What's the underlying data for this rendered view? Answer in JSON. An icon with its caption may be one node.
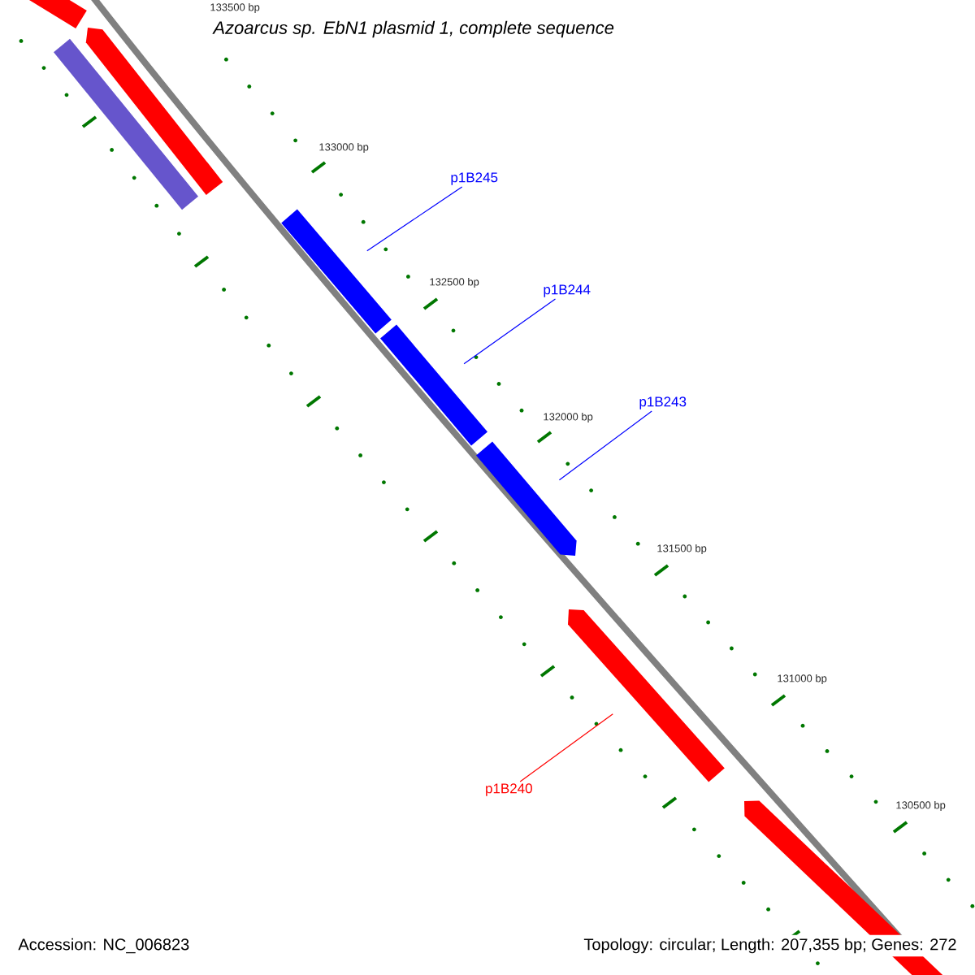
{
  "diagram": {
    "title": "Azoarcus sp. EbN1 plasmid 1, complete sequence",
    "nodes": [
      {
        "text": [],
        "shape": "bar"
      },
      {
        "text": [],
        "shape": "bar"
      },
      {
        "text": [],
        "shape": "bar"
      },
      {
        "text": [
          "p1B245"
        ]
      },
      {
        "text": [],
        "shape": "bar"
      },
      {
        "text": [
          "p1B244"
        ]
      },
      {
        "text": [],
        "shape": "bar"
      },
      {
        "text": [
          "p1B243"
        ]
      },
      {
        "text": [],
        "shape": "bar"
      },
      {
        "text": [],
        "shape": "bar"
      },
      {
        "text": [
          "p1B240"
        ]
      },
      {
        "text": [],
        "shape": "bar"
      }
    ],
    "edges": [
      {
        "from": 3,
        "to": 4,
        "arrow": "none"
      },
      {
        "from": 5,
        "to": 6,
        "arrow": "none"
      },
      {
        "from": 7,
        "to": 8,
        "arrow": "none"
      },
      {
        "from": 10,
        "to": 9,
        "arrow": "none",
        "color": "#ff0000"
      }
    ],
    "labels": [
      "133500 bp",
      "133000 bp",
      "132500 bp",
      "132000 bp",
      "131500 bp",
      "131000 bp",
      "130500 bp",
      "Accession: NC_006823",
      "Topology: circular; Length: 207,355 bp; Genes: 272"
    ]
  }
}
